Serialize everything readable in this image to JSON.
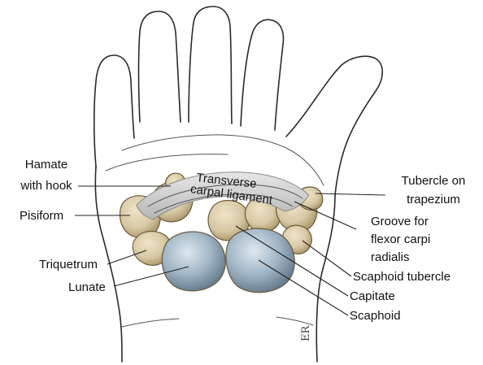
{
  "figure": {
    "signature": "ER",
    "ligament_label": {
      "line1": "Transverse",
      "line2": "carpal ligament"
    },
    "labels": {
      "hamate_line1": "Hamate",
      "hamate_line2": "with hook",
      "pisiform": "Pisiform",
      "triquetrum": "Triquetrum",
      "lunate": "Lunate",
      "tubercle_trapezium_line1": "Tubercle on",
      "tubercle_trapezium_line2": "trapezium",
      "groove_line1": "Groove for",
      "groove_line2": "flexor carpi",
      "groove_line3": "radialis",
      "scaphoid_tubercle": "Scaphoid tubercle",
      "capitate": "Capitate",
      "scaphoid": "Scaphoid"
    },
    "colors": {
      "bone_fill": "#d8c9a6",
      "bone_shadow": "#a89466",
      "articular_surface": "#9fb4c4",
      "ligament": "#c9c9c9",
      "outline": "#2a2a2a"
    }
  }
}
